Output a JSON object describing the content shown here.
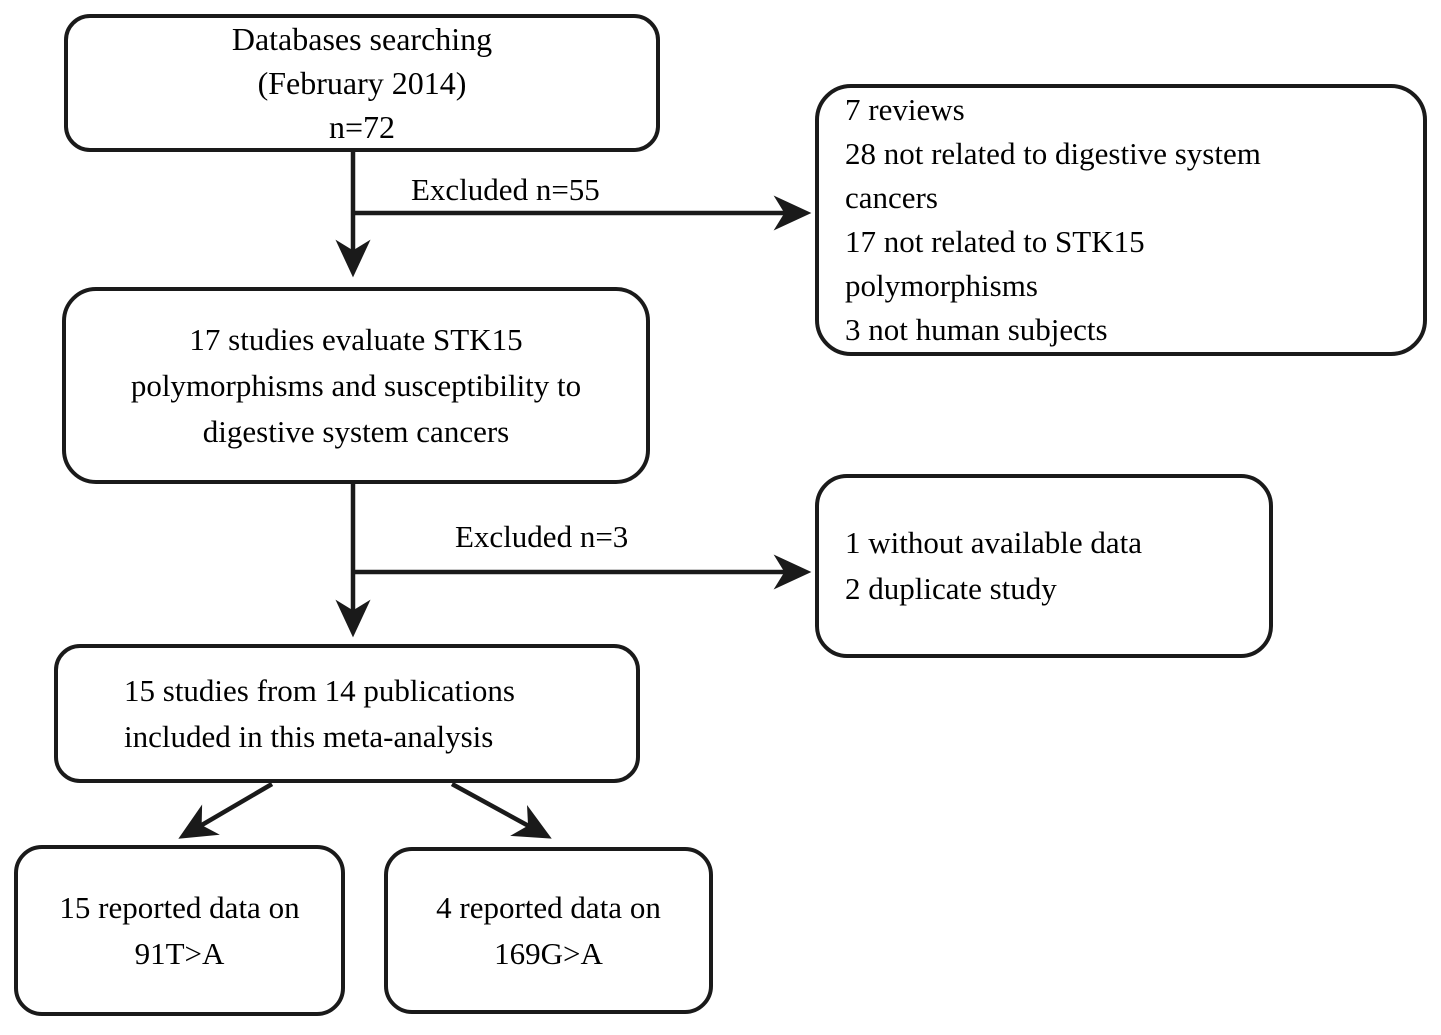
{
  "diagram": {
    "title": "Study selection flow diagram",
    "stroke_color": "#1a1a1a",
    "background_color": "#ffffff"
  },
  "nodes": {
    "databases": {
      "name": "databases-searching",
      "lines": [
        "Databases searching",
        "(February 2014)",
        "n=72"
      ]
    },
    "evaluated": {
      "name": "studies-evaluated",
      "lines": [
        "17 studies evaluate STK15",
        "polymorphisms and susceptibility to",
        "digestive system cancers"
      ]
    },
    "included": {
      "name": "studies-included",
      "lines": [
        "15 studies from 14 publications",
        "included in this meta-analysis"
      ]
    },
    "excluded_1": {
      "name": "exclusion-reasons-first",
      "lines": [
        "7 reviews",
        "28 not related to digestive system",
        "cancers",
        "17 not related to STK15",
        "polymorphisms",
        "3 not human subjects"
      ]
    },
    "excluded_2": {
      "name": "exclusion-reasons-second",
      "lines": [
        "1 without available data",
        "2 duplicate study"
      ]
    },
    "leaf_1": {
      "name": "reported-91ta",
      "lines": [
        "15 reported data on",
        "91T>A"
      ]
    },
    "leaf_2": {
      "name": "reported-169ga",
      "lines": [
        "4 reported data on",
        "169G>A"
      ]
    }
  },
  "edge_labels": {
    "excluded_55": "Excluded n=55",
    "excluded_3": "Excluded n=3"
  },
  "chart_data": {
    "type": "flowchart",
    "title": "PRISMA-style study selection flow",
    "stages": [
      {
        "id": "databases",
        "label": "Databases searching (February 2014)",
        "n": 72
      },
      {
        "id": "evaluated",
        "label": "17 studies evaluate STK15 polymorphisms and susceptibility to digestive system cancers",
        "n": 17
      },
      {
        "id": "included",
        "label": "15 studies from 14 publications included in this meta-analysis",
        "n": 15
      },
      {
        "id": "leaf_91TA",
        "label": "15 reported data on 91T>A",
        "n": 15
      },
      {
        "id": "leaf_169GA",
        "label": "4 reported data on 169G>A",
        "n": 4
      }
    ],
    "exclusions": [
      {
        "from": "databases",
        "label": "Excluded n=55",
        "n": 55,
        "reasons": [
          {
            "reason": "reviews",
            "n": 7
          },
          {
            "reason": "not related to digestive system cancers",
            "n": 28
          },
          {
            "reason": "not related to STK15 polymorphisms",
            "n": 17
          },
          {
            "reason": "not human subjects",
            "n": 3
          }
        ]
      },
      {
        "from": "evaluated",
        "label": "Excluded n=3",
        "n": 3,
        "reasons": [
          {
            "reason": "without available data",
            "n": 1
          },
          {
            "reason": "duplicate study",
            "n": 2
          }
        ]
      }
    ],
    "edges": [
      {
        "from": "databases",
        "to": "evaluated",
        "kind": "vertical"
      },
      {
        "from": "databases",
        "to": "excluded_1",
        "kind": "horizontal",
        "label": "Excluded n=55"
      },
      {
        "from": "evaluated",
        "to": "included",
        "kind": "vertical"
      },
      {
        "from": "evaluated",
        "to": "excluded_2",
        "kind": "horizontal",
        "label": "Excluded n=3"
      },
      {
        "from": "included",
        "to": "leaf_91TA",
        "kind": "diagonal"
      },
      {
        "from": "included",
        "to": "leaf_169GA",
        "kind": "diagonal"
      }
    ]
  }
}
